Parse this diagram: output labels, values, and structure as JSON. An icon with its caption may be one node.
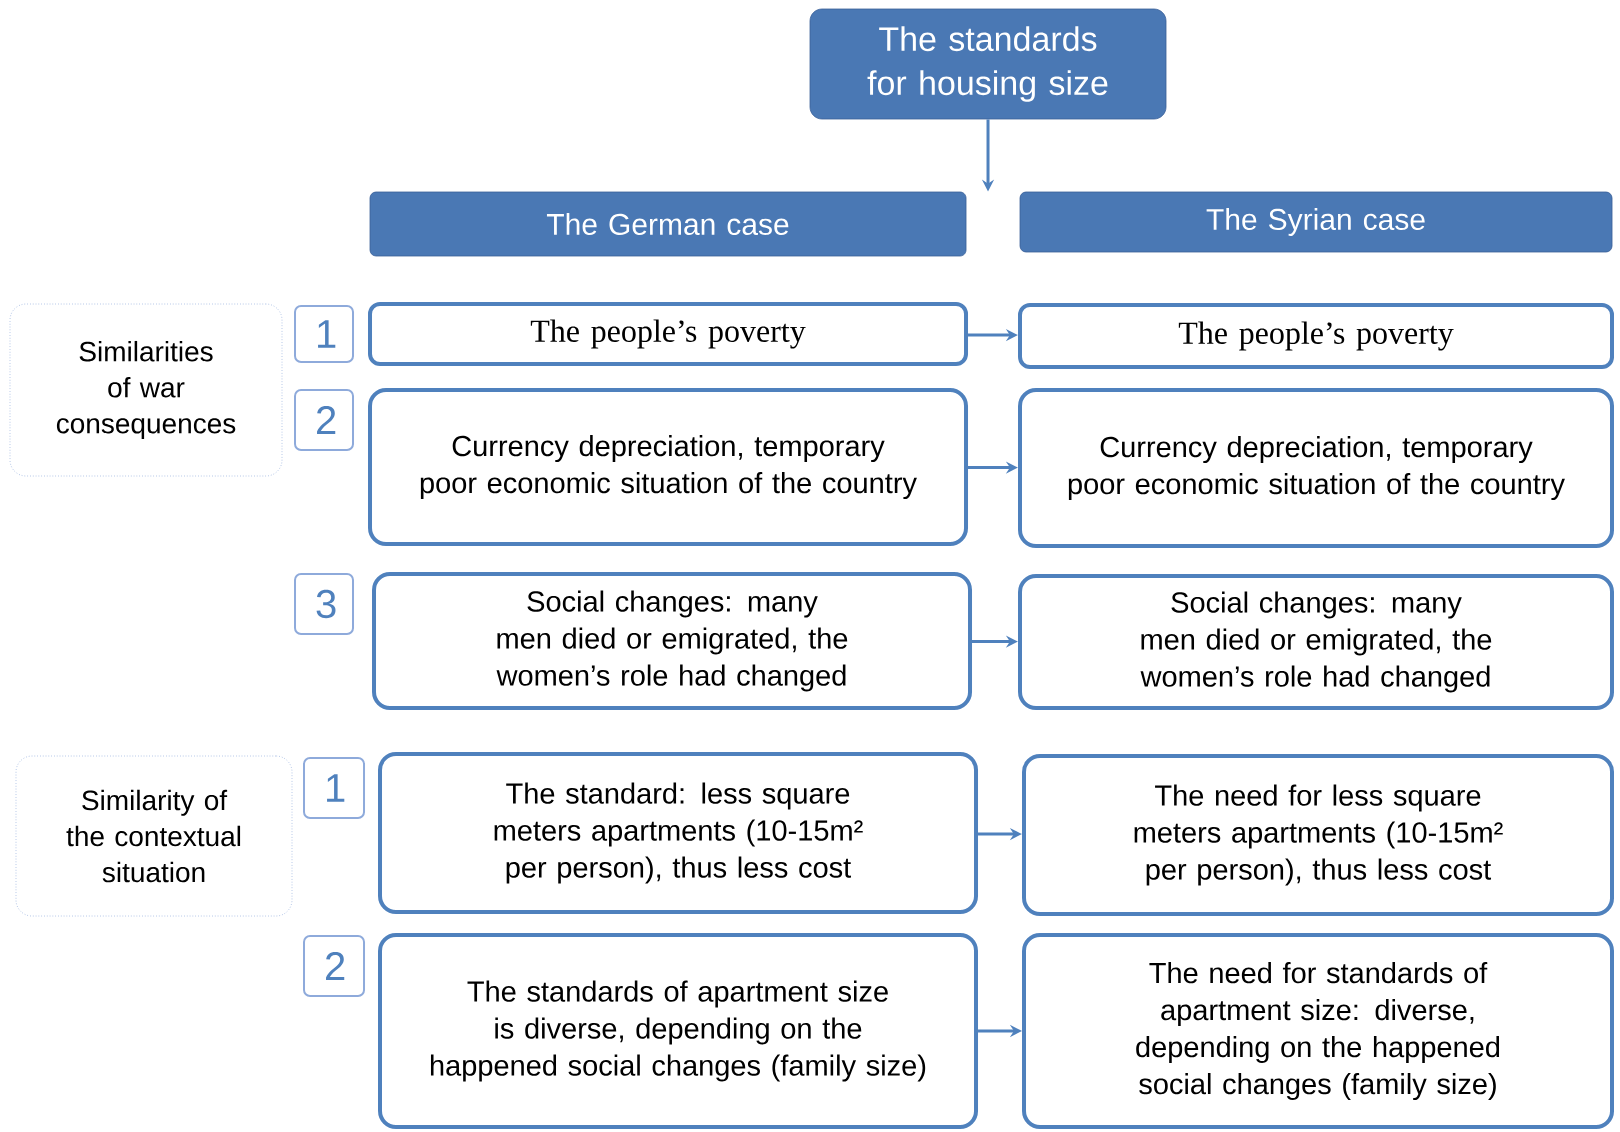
{
  "diagram": {
    "nodes": [
      {
        "text": [
          "The standards for housing size"
        ]
      },
      {
        "text": [
          "The German case"
        ]
      },
      {
        "text": [
          "The Syrian case"
        ]
      },
      {
        "text": [
          "Similarities of war consequences"
        ]
      },
      {
        "text": [
          "1"
        ]
      },
      {
        "text": [
          "The people’s poverty"
        ]
      },
      {
        "text": [
          "The people’s poverty"
        ]
      },
      {
        "text": [
          "2"
        ]
      },
      {
        "text": [
          "Currency depreciation, temporary poor economic situation of the country"
        ]
      },
      {
        "text": [
          "Currency depreciation, temporary poor economic situation of the country"
        ]
      },
      {
        "text": [
          "3"
        ]
      },
      {
        "text": [
          "Social changes: many men died or emigrated, the women’s role had changed"
        ]
      },
      {
        "text": [
          "Social changes: many men died or emigrated, the women’s role had changed"
        ]
      },
      {
        "text": [
          "Similarity of the contextual situation"
        ]
      },
      {
        "text": [
          "1"
        ]
      },
      {
        "text": [
          "The standard: less square meters apartments (10-15m² per person), thus less cost"
        ]
      },
      {
        "text": [
          "The need for less square meters apartments (10-15m² per person), thus less cost"
        ]
      },
      {
        "text": [
          "2"
        ]
      },
      {
        "text": [
          "The standards of apartment size is diverse, depending on the happened social changes (family size)"
        ]
      },
      {
        "text": [
          "The need for standards of apartment size: diverse, depending on the happened social changes (family size)"
        ]
      }
    ],
    "edges": [
      {
        "from": 0,
        "to": 1,
        "arrow": "to"
      },
      {
        "from": 5,
        "to": 6,
        "arrow": "to"
      },
      {
        "from": 8,
        "to": 9,
        "arrow": "to"
      },
      {
        "from": 11,
        "to": 12,
        "arrow": "to"
      },
      {
        "from": 15,
        "to": 16,
        "arrow": "to"
      },
      {
        "from": 18,
        "to": 19,
        "arrow": "to"
      }
    ]
  }
}
